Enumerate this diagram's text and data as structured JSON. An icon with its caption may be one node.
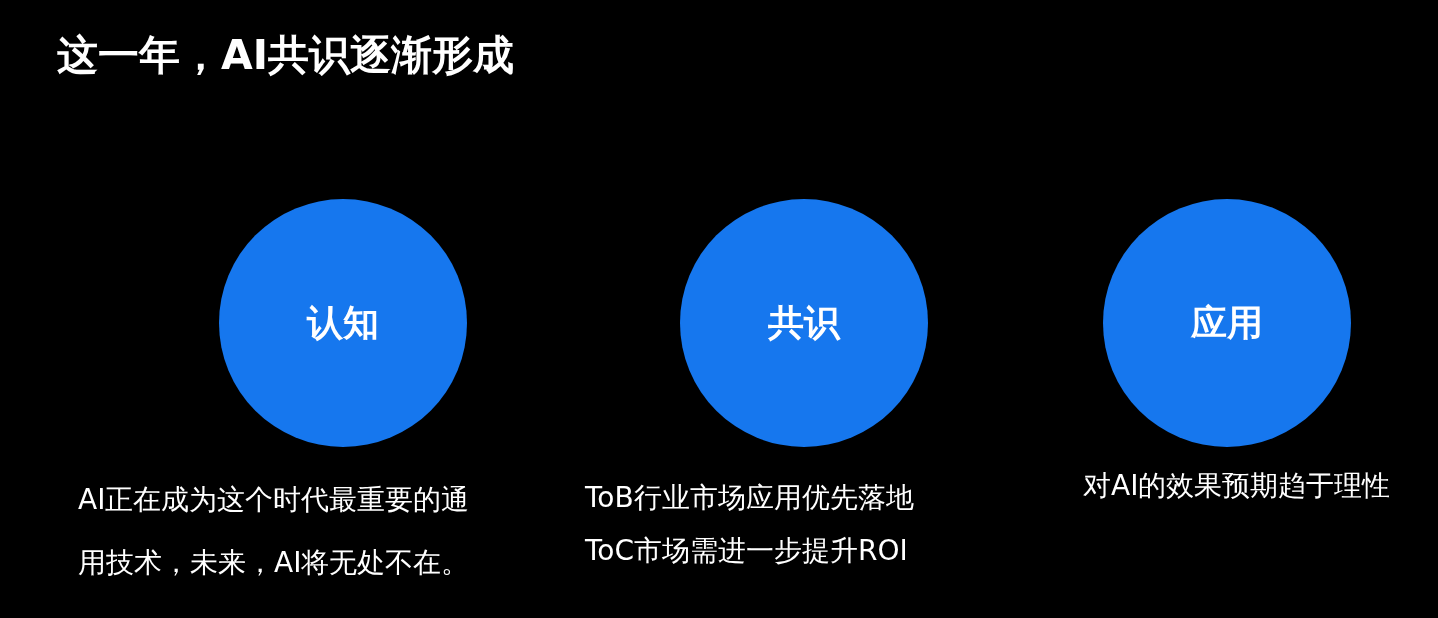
{
  "diagram": {
    "title": "这一年，AI共识逐渐形成",
    "nodes": [
      {
        "text": [
          "认知"
        ],
        "beside": [
          "AI正在成为这个时代最重要的通用技术，未来，AI将无处不在。"
        ]
      },
      {
        "text": [
          "共识"
        ],
        "beside": [
          "ToB行业市场应用优先落地",
          "ToC市场需进一步提升ROI"
        ]
      },
      {
        "text": [
          "应用"
        ],
        "beside": [
          "对AI的效果预期趋于理性"
        ]
      }
    ]
  }
}
